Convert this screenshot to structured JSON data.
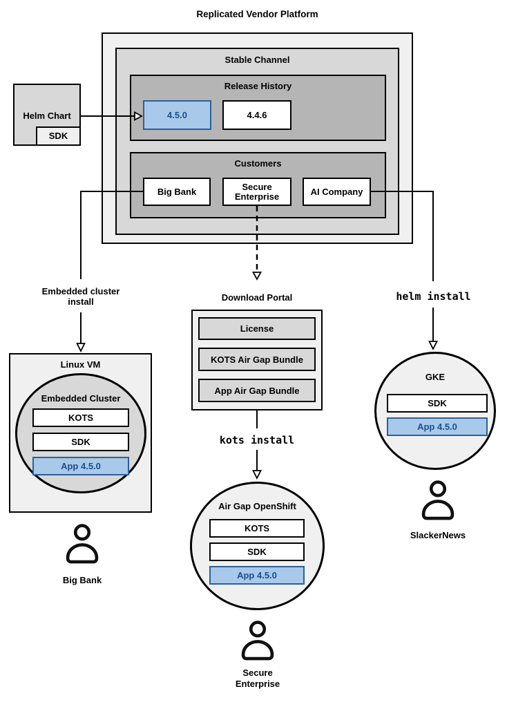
{
  "colors": {
    "bg_light": "#f0f0f0",
    "bg_mid": "#d8d8d8",
    "bg_dark": "#b5b5b5",
    "blue_fill": "#a9c9ea",
    "blue_border": "#2a6099",
    "blue_text": "#1b4e8a",
    "line": "#000000"
  },
  "diagram": {
    "title": "Replicated Vendor Platform"
  },
  "platform": {
    "stable_channel": "Stable Channel",
    "release_history": {
      "title": "Release History",
      "releases": [
        {
          "version": "4.5.0",
          "highlighted": true
        },
        {
          "version": "4.4.6",
          "highlighted": false
        }
      ]
    },
    "customers": {
      "title": "Customers",
      "items": [
        "Big Bank",
        "Secure Enterprise",
        "AI Company"
      ]
    }
  },
  "helm_chart": {
    "title": "Helm Chart",
    "sdk": "SDK"
  },
  "left_flow": {
    "label_line1": "Embedded cluster",
    "label_line2": "install",
    "box_title": "Linux VM",
    "circle_title": "Embedded Cluster",
    "components": [
      "KOTS",
      "SDK",
      "App 4.5.0"
    ],
    "user": "Big Bank"
  },
  "middle_flow": {
    "portal_title": "Download Portal",
    "portal_items": [
      "License",
      "KOTS Air Gap Bundle",
      "App Air Gap Bundle"
    ],
    "command": "kots install",
    "circle_title": "Air Gap OpenShift",
    "components": [
      "KOTS",
      "SDK",
      "App 4.5.0"
    ],
    "user_line1": "Secure",
    "user_line2": "Enterprise"
  },
  "right_flow": {
    "command": "helm install",
    "circle_title": "GKE",
    "components": [
      "SDK",
      "App 4.5.0"
    ],
    "user": "SlackerNews"
  }
}
